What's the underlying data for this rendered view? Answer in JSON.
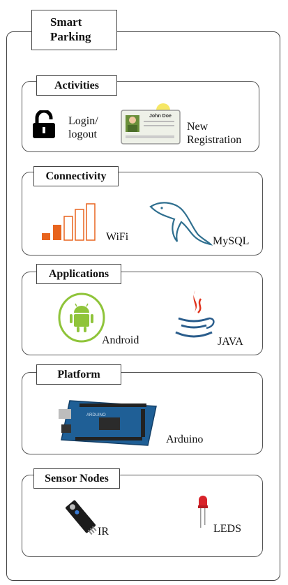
{
  "title": "Smart Parking",
  "sections": {
    "activities": {
      "label": "Activities",
      "items": {
        "login": "Login/\nlogout",
        "registration": "New\nRegistration",
        "card_name": "John Doe"
      }
    },
    "connectivity": {
      "label": "Connectivity",
      "items": {
        "wifi": "WiFi",
        "mysql": "MySQL"
      }
    },
    "applications": {
      "label": "Applications",
      "items": {
        "android": "Android",
        "java": "JAVA"
      }
    },
    "platform": {
      "label": "Platform",
      "items": {
        "arduino": "Arduino"
      }
    },
    "sensor_nodes": {
      "label": "Sensor Nodes",
      "items": {
        "ir": "IR",
        "leds": "LEDS"
      }
    }
  },
  "colors": {
    "wifi_orange": "#e8641e",
    "android_green": "#8fc43a",
    "java_red": "#e0311b",
    "java_blue": "#2a5d8c",
    "mysql_blue": "#2f6f8f",
    "arduino_blue": "#1f5f96"
  },
  "icons": [
    "lock-icon",
    "id-card-icon",
    "wifi-signal-icon",
    "mysql-dolphin-icon",
    "android-icon",
    "java-icon",
    "arduino-board-icon",
    "ir-sensor-icon",
    "led-icon"
  ]
}
